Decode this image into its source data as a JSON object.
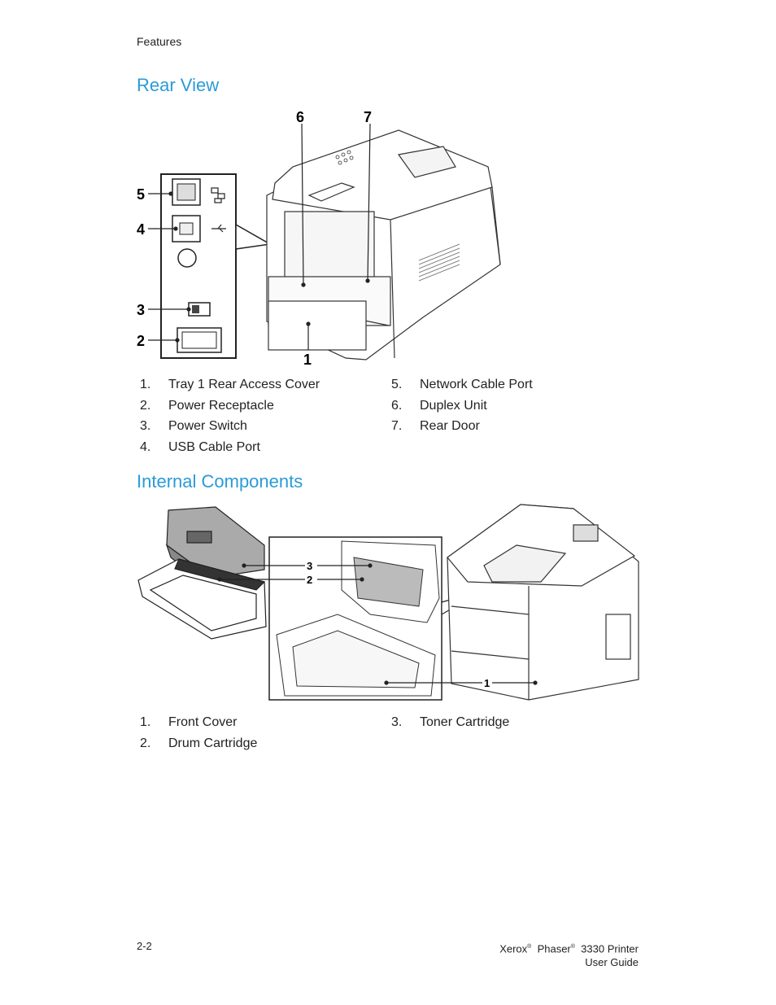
{
  "header": {
    "section": "Features"
  },
  "rear_view": {
    "title": "Rear View",
    "callouts": [
      "1",
      "2",
      "3",
      "4",
      "5",
      "6",
      "7"
    ],
    "items_col1": [
      {
        "num": "1.",
        "label": "Tray 1 Rear Access Cover"
      },
      {
        "num": "2.",
        "label": "Power Receptacle"
      },
      {
        "num": "3.",
        "label": "Power Switch"
      },
      {
        "num": "4.",
        "label": "USB Cable Port"
      }
    ],
    "items_col2": [
      {
        "num": "5.",
        "label": "Network Cable Port"
      },
      {
        "num": "6.",
        "label": "Duplex Unit"
      },
      {
        "num": "7.",
        "label": "Rear Door"
      }
    ]
  },
  "internal_components": {
    "title": "Internal Components",
    "callouts": [
      "1",
      "2",
      "3"
    ],
    "items_col1": [
      {
        "num": "1.",
        "label": "Front Cover"
      },
      {
        "num": "2.",
        "label": "Drum Cartridge"
      }
    ],
    "items_col2": [
      {
        "num": "3.",
        "label": "Toner Cartridge"
      }
    ]
  },
  "footer": {
    "page": "2-2",
    "brand": "Xerox",
    "product": "Phaser",
    "model": "3330 Printer",
    "reg_mark": "®",
    "doc": "User Guide"
  }
}
